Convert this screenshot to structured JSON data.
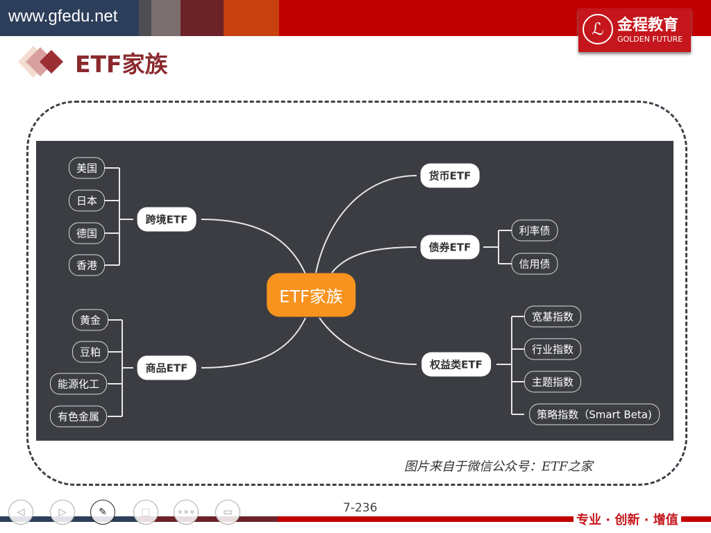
{
  "header": {
    "url": "www.gfedu.net",
    "logo_cn": "金程教育",
    "logo_en": "GOLDEN FUTURE"
  },
  "title": "ETF家族",
  "mindmap": {
    "center": "ETF家族",
    "cross_border": {
      "label": "跨境ETF",
      "children": [
        "美国",
        "日本",
        "德国",
        "香港"
      ]
    },
    "commodity": {
      "label": "商品ETF",
      "children": [
        "黄金",
        "豆粕",
        "能源化工",
        "有色金属"
      ]
    },
    "currency": {
      "label": "货币ETF"
    },
    "bond": {
      "label": "债券ETF",
      "children": [
        "利率债",
        "信用债"
      ]
    },
    "equity": {
      "label": "权益类ETF",
      "children": [
        "宽基指数",
        "行业指数",
        "主题指数",
        "策略指数（Smart Beta)"
      ]
    }
  },
  "source": "图片来自于微信公众号：ETF之家",
  "footer": {
    "page": "7-236",
    "tagline": "专业 · 创新 · 增值"
  }
}
